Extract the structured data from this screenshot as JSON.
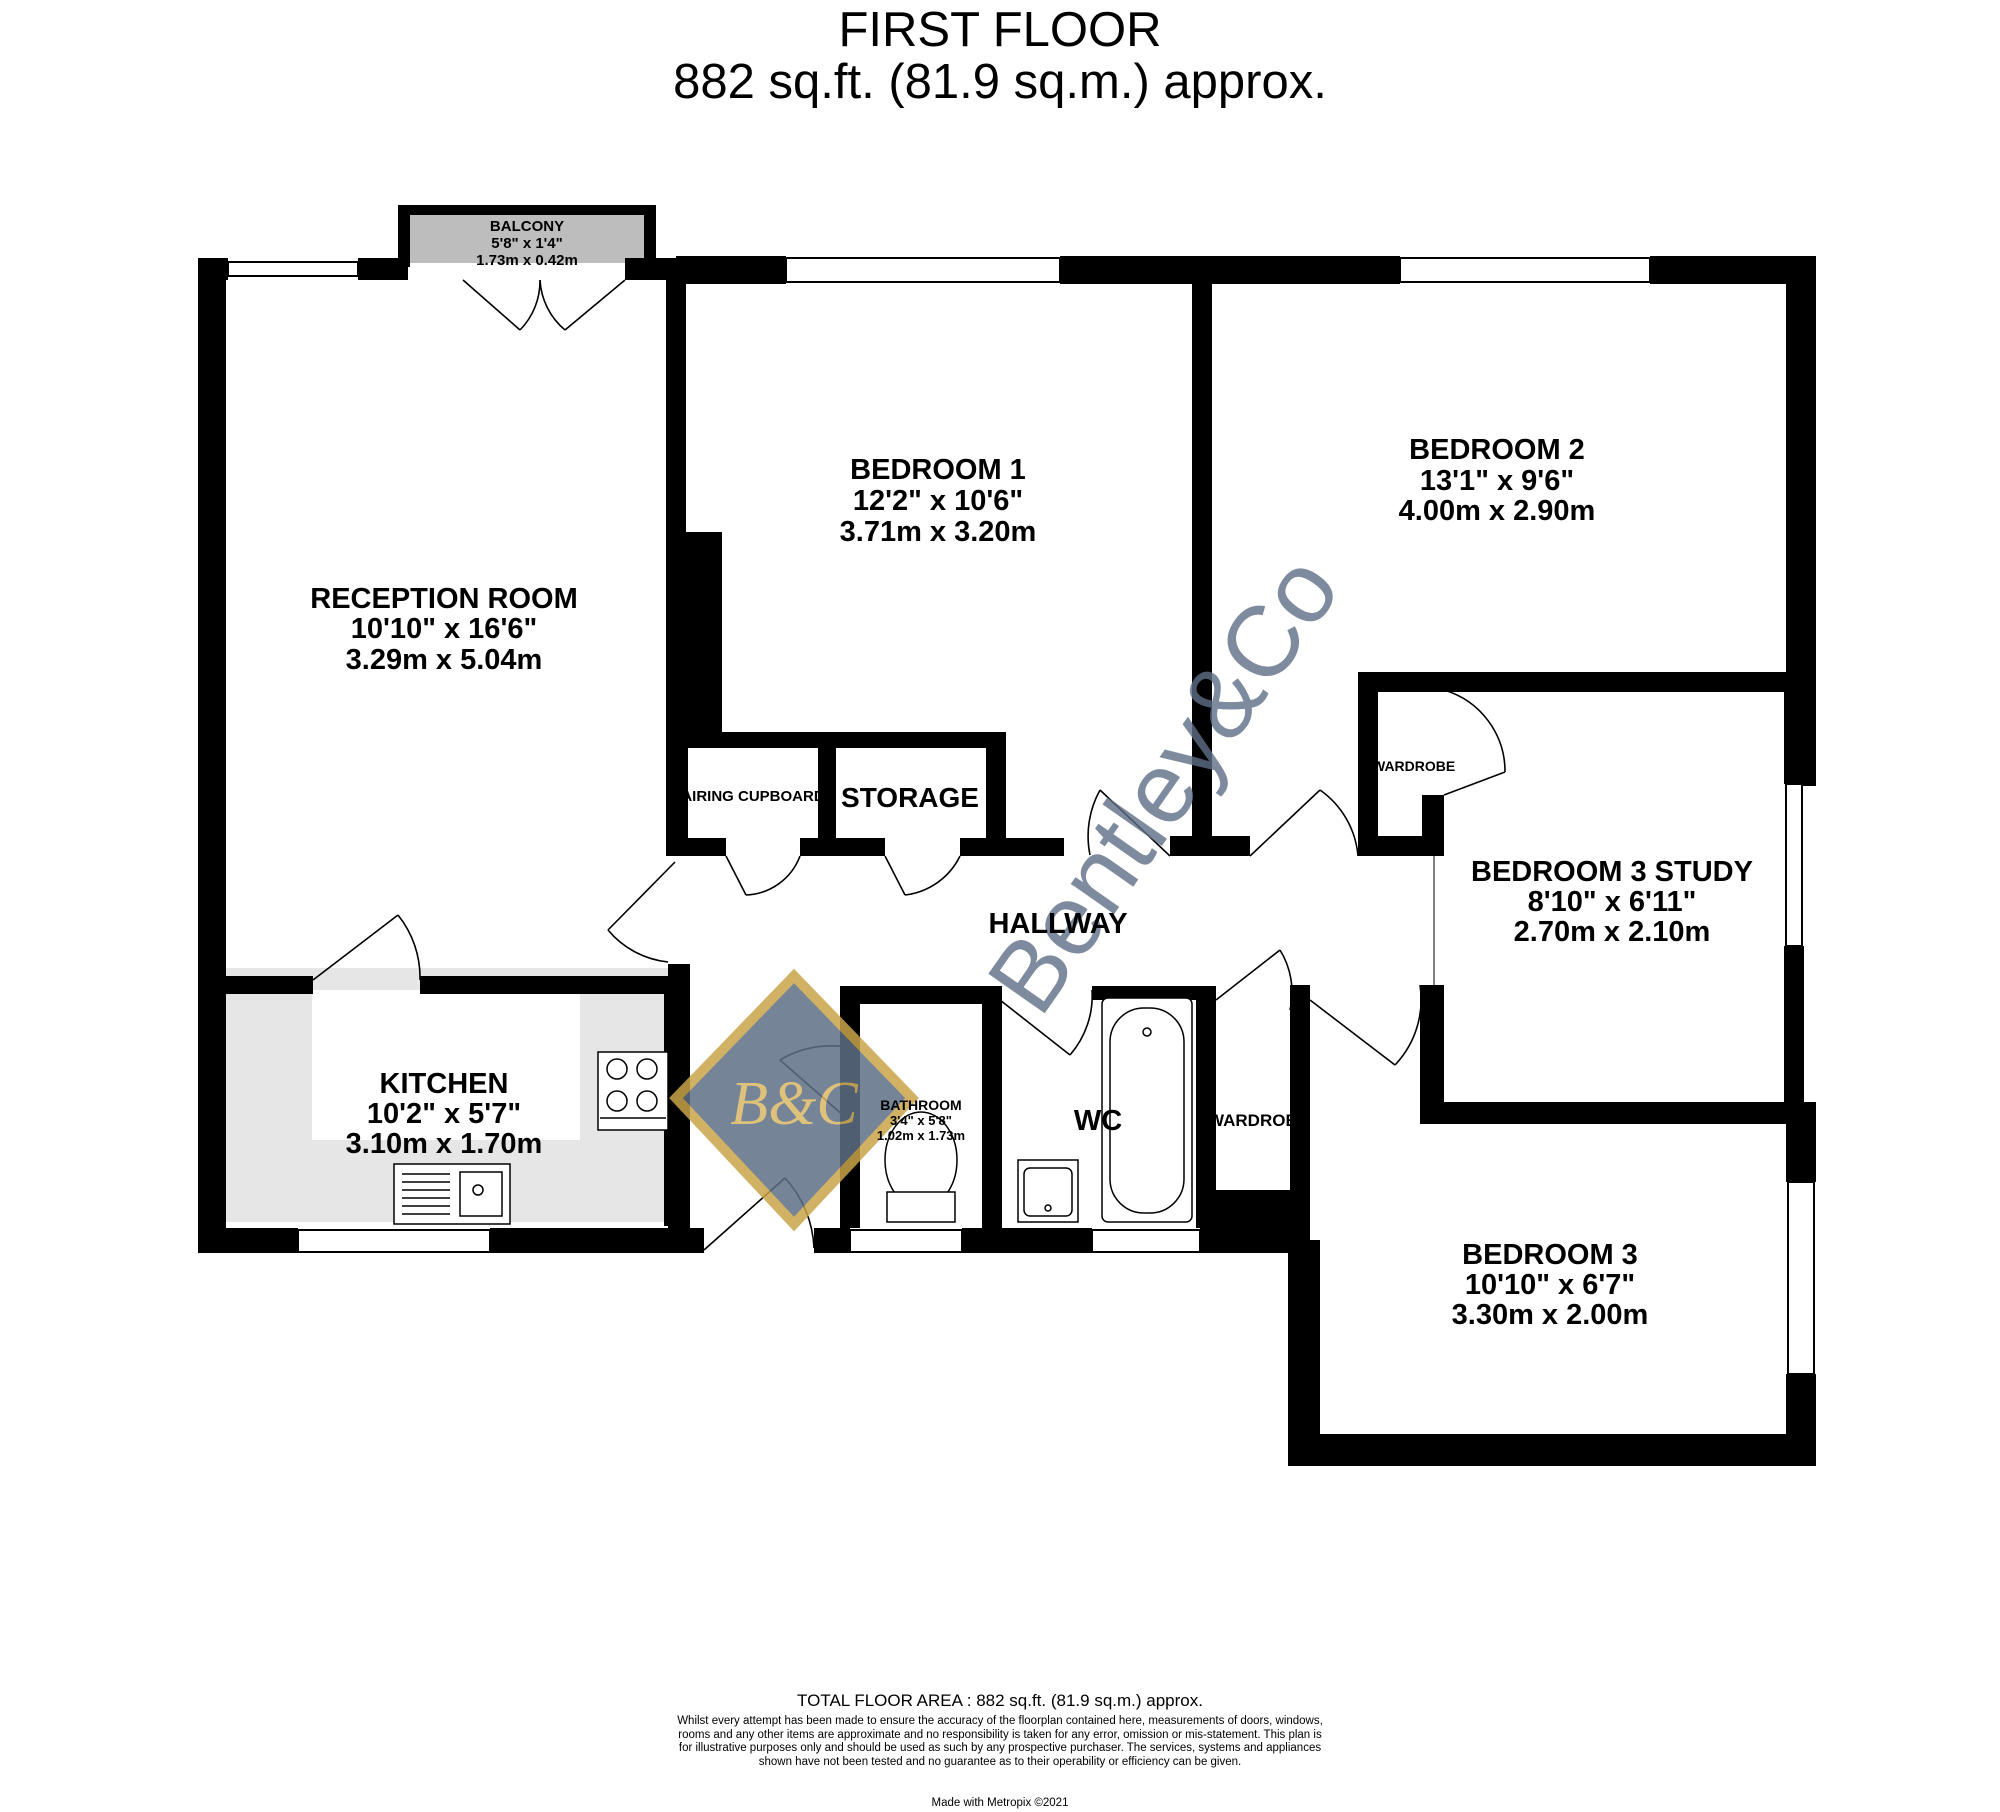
{
  "header": {
    "floor": "FIRST FLOOR",
    "area": "882 sq.ft. (81.9 sq.m.) approx."
  },
  "rooms": {
    "balcony": {
      "name": "BALCONY",
      "imperial": "5'8\" x 1'4\"",
      "metric": "1.73m x 0.42m"
    },
    "reception": {
      "name": "RECEPTION ROOM",
      "imperial": "10'10\" x 16'6\"",
      "metric": "3.29m x 5.04m"
    },
    "bedroom1": {
      "name": "BEDROOM 1",
      "imperial": "12'2\" x 10'6\"",
      "metric": "3.71m x 3.20m"
    },
    "bedroom2": {
      "name": "BEDROOM 2",
      "imperial": "13'1\" x 9'6\"",
      "metric": "4.00m x 2.90m"
    },
    "study": {
      "name": "BEDROOM 3 STUDY",
      "imperial": "8'10\" x 6'11\"",
      "metric": "2.70m x 2.10m"
    },
    "kitchen": {
      "name": "KITCHEN",
      "imperial": "10'2\" x 5'7\"",
      "metric": "3.10m x 1.70m"
    },
    "bathroom": {
      "name": "BATHROOM",
      "imperial": "3'4\" x 5'8\"",
      "metric": "1.02m x 1.73m"
    },
    "bedroom3": {
      "name": "BEDROOM 3",
      "imperial": "10'10\" x 6'7\"",
      "metric": "3.30m x 2.00m"
    },
    "hallway": {
      "name": "HALLWAY"
    },
    "wc": {
      "name": "WC"
    },
    "airing": {
      "name": "AIRING CUPBOARD"
    },
    "storage": {
      "name": "STORAGE"
    },
    "wardrobe1": {
      "name": "WARDROBE"
    },
    "wardrobe2": {
      "name": "WARDROBE"
    }
  },
  "watermark": {
    "text": "Bentley&Co",
    "monogram": "B&C"
  },
  "footer": {
    "total": "TOTAL FLOOR AREA : 882 sq.ft. (81.9 sq.m.) approx.",
    "disclaimer": "Whilst every attempt has been made to ensure the accuracy of the floorplan contained here, measurements of doors, windows, rooms and any other items are approximate and no responsibility is taken for any error, omission or mis-statement. This plan is for illustrative purposes only and should be used as such by any prospective purchaser. The services, systems and appliances shown have not been tested and no guarantee as to their operability or efficiency can be given.",
    "made_with": "Made with Metropix ©2021"
  },
  "colors": {
    "wall": "#000000",
    "kitchen_floor": "#e6e6e6",
    "balcony": "#bdbdbd",
    "watermark": "#5f6f86",
    "gold": "#c9a54a"
  }
}
